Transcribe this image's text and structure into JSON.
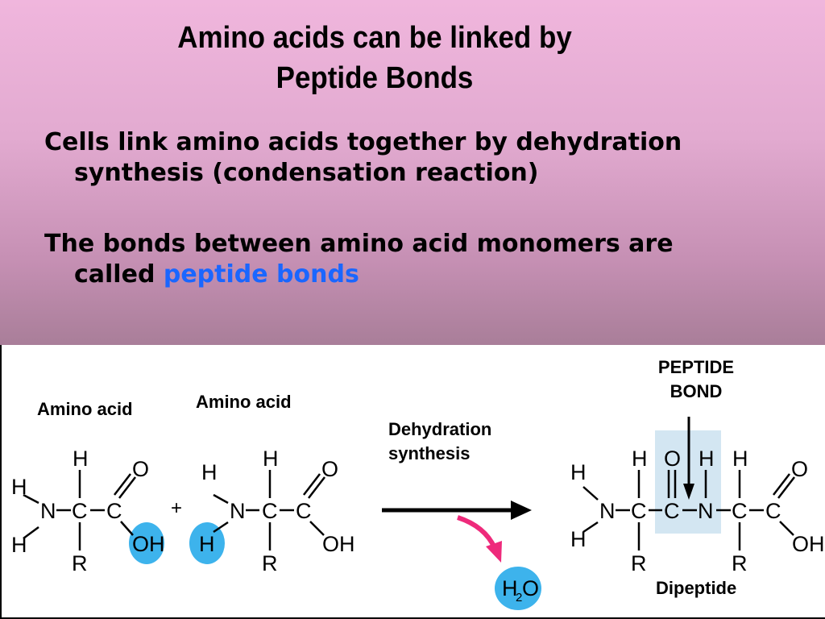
{
  "title": {
    "line1": "Amino acids can be linked by",
    "line2": "Peptide Bonds"
  },
  "bullets": [
    {
      "line1": "Cells link amino acids together by dehydration",
      "line2": "synthesis (condensation reaction)"
    },
    {
      "line1": "The bonds between amino acid monomers are",
      "line2_prefix": "called ",
      "line2_highlight": "peptide bonds"
    }
  ],
  "diagram": {
    "amino_acid_1_label": "Amino acid",
    "amino_acid_2_label": "Amino acid",
    "reaction_label_line1": "Dehydration",
    "reaction_label_line2": "synthesis",
    "peptide_bond_label_line1": "PEPTIDE",
    "peptide_bond_label_line2": "BOND",
    "dipeptide_label": "Dipeptide",
    "plus_sign": "+",
    "water_label": "H2O",
    "atoms": {
      "hydrogen": "H",
      "nitrogen": "N",
      "carbon": "C",
      "oxygen": "O",
      "r_group": "R",
      "hydroxyl": "OH"
    }
  },
  "colors": {
    "highlight_blue": "#1a66ff",
    "circle_blue": "#3db3ec",
    "peptide_box": "#d3e6f2",
    "arrow_magenta": "#ee2a7b"
  }
}
